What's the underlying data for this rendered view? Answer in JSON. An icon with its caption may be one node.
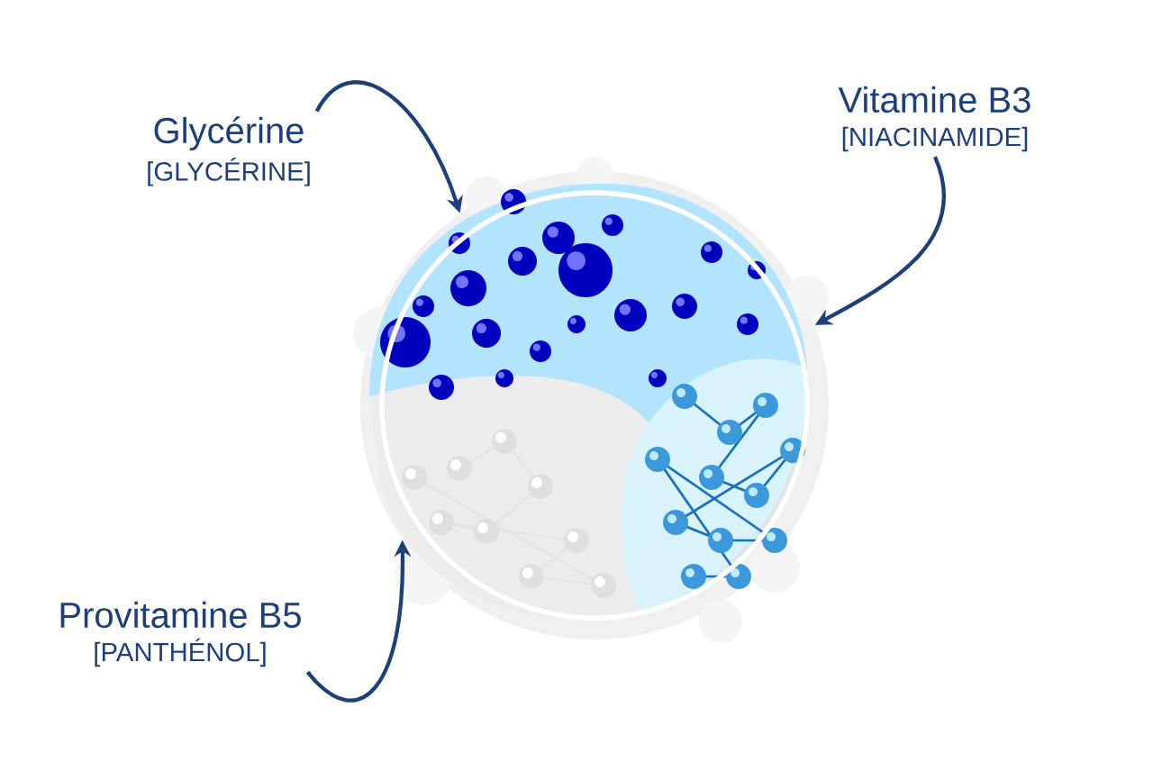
{
  "diagram": {
    "nodes": [
      {
        "text": [
          "Glycérine",
          "[GLYCÉRINE]"
        ]
      },
      {
        "text": [
          "Vitamine B3",
          "[NIACINAMIDE]"
        ]
      },
      {
        "text": [
          "Provitamine B5",
          "[PANTHÉNOL]"
        ]
      },
      {
        "text": [],
        "shape": "picture"
      }
    ],
    "edges": [
      {
        "from": 0,
        "to": 3,
        "arrow": "to"
      },
      {
        "from": 1,
        "to": 3,
        "arrow": "to"
      },
      {
        "from": 2,
        "to": 3,
        "arrow": "to"
      }
    ]
  }
}
